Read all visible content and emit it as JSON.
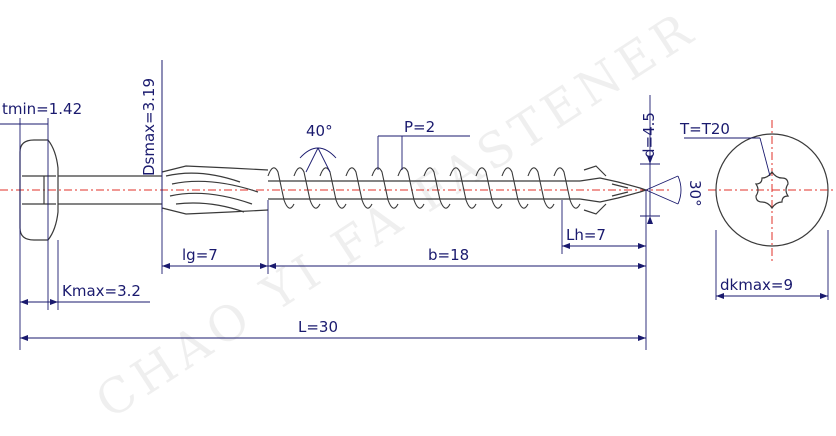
{
  "watermark": "CHAO YI FA FASTENER",
  "dimensions": {
    "tmin": "tmin=1.42",
    "ds_max": "Dsmax=3.19",
    "angle_thread": "40°",
    "pitch": "P=2",
    "d": "d=4.5",
    "tip_angle": "30°",
    "drive": "T=T20",
    "lg": "lg=7",
    "b": "b=18",
    "lh": "Lh=7",
    "dk_max": "dkmax=9",
    "k_max": "Kmax=3.2",
    "length": "L=30"
  },
  "colors": {
    "outline": "#3a3a3a",
    "dimension": "#1a1a6e",
    "centerline": "#e0302a"
  }
}
